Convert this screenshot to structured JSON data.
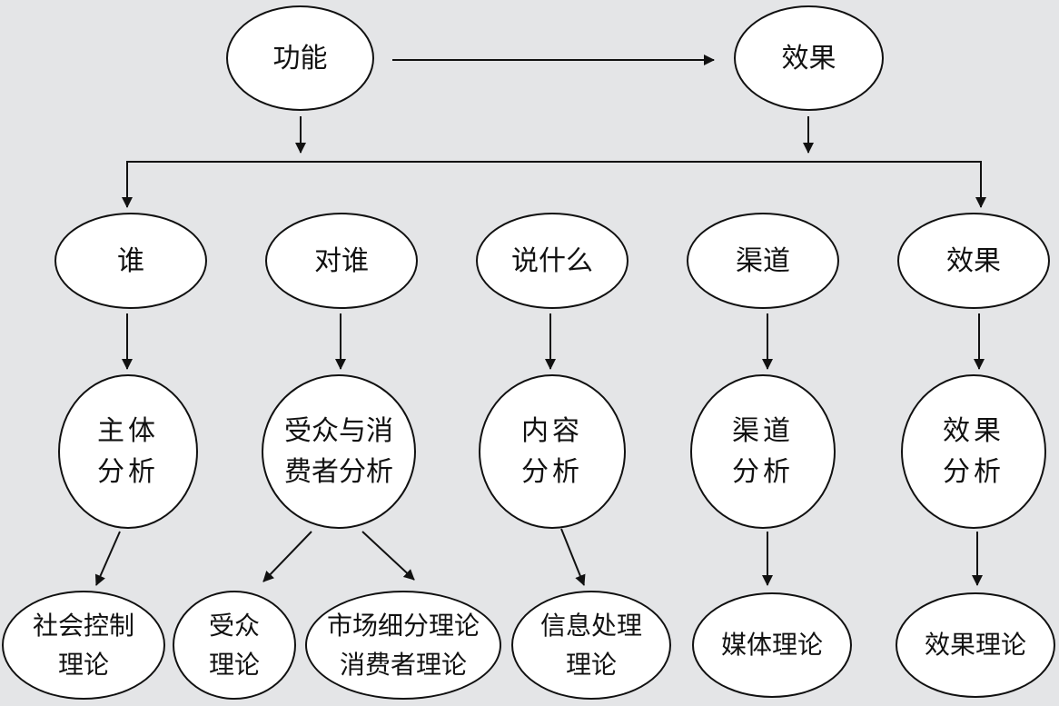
{
  "top": {
    "function_label": "功能",
    "effect_label": "效果"
  },
  "level1": {
    "who": "谁",
    "to_whom": "对谁",
    "says_what": "说什么",
    "channel": "渠道",
    "effect": "效果"
  },
  "level2": {
    "subject": [
      "主体",
      "分析"
    ],
    "audience": [
      "受众与消",
      "费者分析"
    ],
    "content": [
      "内容",
      "分析"
    ],
    "channel": [
      "渠道",
      "分析"
    ],
    "effect": [
      "效果",
      "分析"
    ]
  },
  "level3": {
    "social_control": [
      "社会控制",
      "理论"
    ],
    "audience_theory": [
      "受众",
      "理论"
    ],
    "market_consumer": [
      "市场细分理论",
      "消费者理论"
    ],
    "info_processing": [
      "信息处理",
      "理论"
    ],
    "media_theory": [
      "媒体理论"
    ],
    "effect_theory": [
      "效果理论"
    ]
  },
  "colors": {
    "background": "#e4e5e7",
    "node_fill": "#ffffff",
    "stroke": "#111111"
  }
}
